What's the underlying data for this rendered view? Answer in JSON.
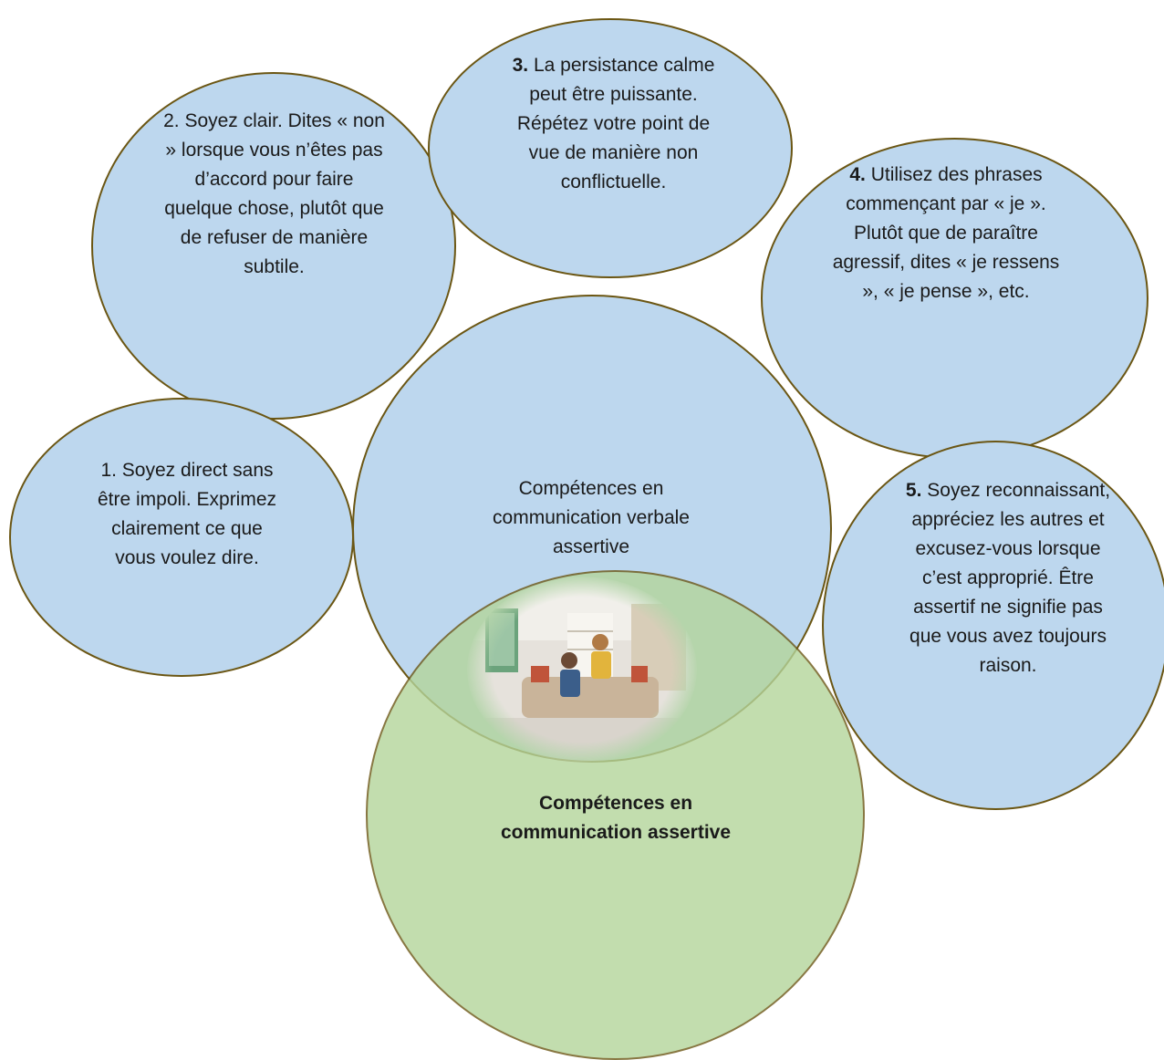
{
  "diagram": {
    "center_top": "Compétences en communication verbale assertive",
    "center_bottom": "Compétences en communication assertive",
    "tip1": {
      "text": "1. Soyez direct sans être impoli. Exprimez clairement ce que vous voulez dire."
    },
    "tip2": {
      "text": "2. Soyez clair. Dites « non » lorsque vous n’êtes pas d’accord pour faire quelque chose, plutôt que de refuser de manière subtile."
    },
    "tip3": {
      "num": "3.",
      "text": "La persistance calme peut être puissante. Répétez votre point de vue de manière non conflictuelle."
    },
    "tip4": {
      "num": "4.",
      "text": "Utilisez des phrases commençant par « je ». Plutôt que de paraître agressif, dites « je ressens », « je pense », etc."
    },
    "tip5": {
      "num": "5.",
      "text": "Soyez reconnaissant, appréciez les autres et excusez-vous lorsque c’est approprié. Être assertif ne signifie pas que vous avez toujours raison."
    }
  },
  "colors": {
    "blue_fill": "#bdd7ee",
    "green_fill": "#b4d59b",
    "outline": "#6b5613"
  }
}
